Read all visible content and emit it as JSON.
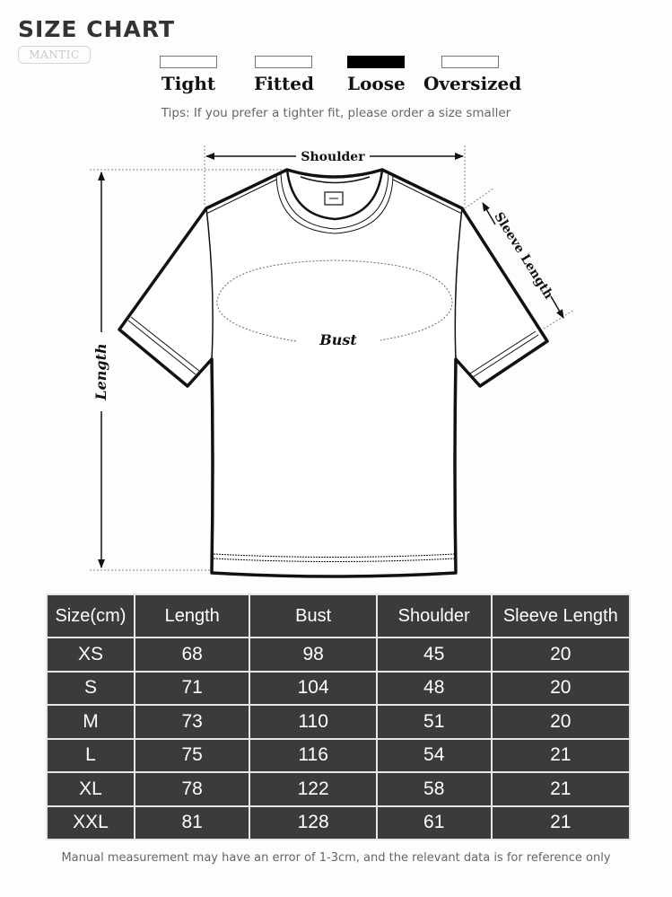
{
  "header": {
    "title": "SIZE CHART",
    "brand": "MANTIC"
  },
  "fit_legend": {
    "items": [
      {
        "label": "Tight",
        "selected": false
      },
      {
        "label": "Fitted",
        "selected": false
      },
      {
        "label": "Loose",
        "selected": true
      },
      {
        "label": "Oversized",
        "selected": false
      }
    ],
    "selected_color": "#000000"
  },
  "tips": "Tips: If you prefer a tighter fit, please order a size smaller",
  "diagram": {
    "labels": {
      "shoulder": "Shoulder",
      "sleeve_length": "Sleeve Length",
      "bust": "Bust",
      "length": "Length"
    }
  },
  "table": {
    "headers": [
      "Size(cm)",
      "Length",
      "Bust",
      "Shoulder",
      "Sleeve Length"
    ],
    "rows": [
      [
        "XS",
        "68",
        "98",
        "45",
        "20"
      ],
      [
        "S",
        "71",
        "104",
        "48",
        "20"
      ],
      [
        "M",
        "73",
        "110",
        "51",
        "20"
      ],
      [
        "L",
        "75",
        "116",
        "54",
        "21"
      ],
      [
        "XL",
        "78",
        "122",
        "58",
        "21"
      ],
      [
        "XXL",
        "81",
        "128",
        "61",
        "21"
      ]
    ],
    "background_color": "#3b3b3b",
    "border_color": "#e6e6e6"
  },
  "footer_note": "Manual measurement may have an error of 1-3cm, and the relevant data is for reference only",
  "chart_data": {
    "type": "table",
    "title": "SIZE CHART",
    "columns": [
      "Size(cm)",
      "Length",
      "Bust",
      "Shoulder",
      "Sleeve Length"
    ],
    "rows": [
      {
        "size": "XS",
        "length": 68,
        "bust": 98,
        "shoulder": 45,
        "sleeve_length": 20
      },
      {
        "size": "S",
        "length": 71,
        "bust": 104,
        "shoulder": 48,
        "sleeve_length": 20
      },
      {
        "size": "M",
        "length": 73,
        "bust": 110,
        "shoulder": 51,
        "sleeve_length": 20
      },
      {
        "size": "L",
        "length": 75,
        "bust": 116,
        "shoulder": 54,
        "sleeve_length": 21
      },
      {
        "size": "XL",
        "length": 78,
        "bust": 122,
        "shoulder": 58,
        "sleeve_length": 21
      },
      {
        "size": "XXL",
        "length": 81,
        "bust": 128,
        "shoulder": 61,
        "sleeve_length": 21
      }
    ],
    "unit": "cm"
  }
}
